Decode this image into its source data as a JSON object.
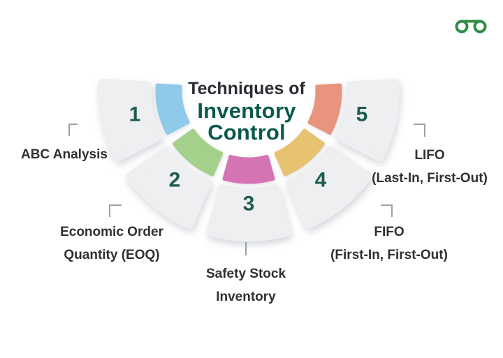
{
  "logo": {
    "name": "geeksforgeeks-logo",
    "color": "#2F8D46"
  },
  "title": {
    "prefix": "Techniques of",
    "main_line1": "Inventory",
    "main_line2": "Control",
    "prefix_color": "#2A2D33",
    "main_color": "#0C594B"
  },
  "segments": [
    {
      "number": "1",
      "arc_color": "#8FCAE9",
      "label_lines": [
        "ABC Analysis"
      ]
    },
    {
      "number": "2",
      "arc_color": "#A5D08C",
      "label_lines": [
        "Economic Order",
        "Quantity (EOQ)"
      ]
    },
    {
      "number": "3",
      "arc_color": "#D574B2",
      "label_lines": [
        "Safety Stock",
        "Inventory"
      ]
    },
    {
      "number": "4",
      "arc_color": "#E6C271",
      "label_lines": [
        "FIFO",
        "(First-In, First-Out)"
      ]
    },
    {
      "number": "5",
      "arc_color": "#E9947F",
      "label_lines": [
        "LIFO",
        "(Last-In, First-Out)"
      ]
    }
  ],
  "styles": {
    "wedge_fill": "#EEEFF1",
    "number_color": "#1E5B50",
    "label_color": "#303030",
    "connector_color": "#9AA3AA",
    "background": "#FFFFFF"
  }
}
